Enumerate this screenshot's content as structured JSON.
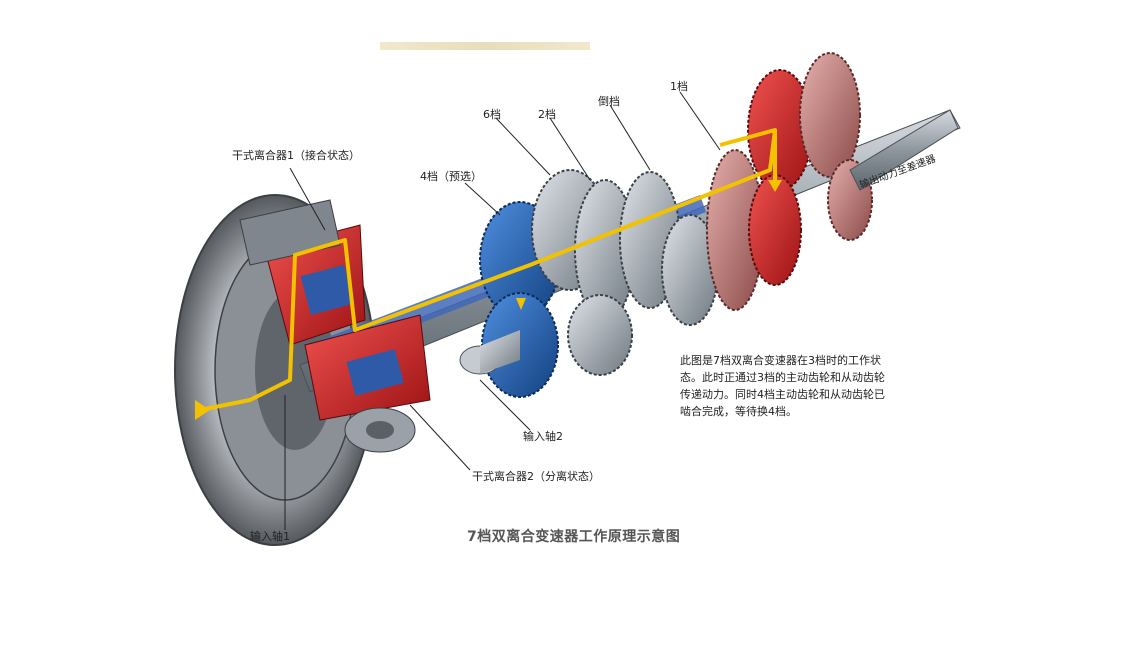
{
  "labels": {
    "clutch1": "干式离合器1（接合状态）",
    "gear4_preselect": "4档（预选）",
    "gear6": "6档",
    "gear2": "2档",
    "reverse": "倒档",
    "gear1": "1档",
    "output": "输出动力至差速器",
    "input_shaft2": "输入轴2",
    "clutch2": "干式离合器2（分离状态）",
    "input_shaft1": "输入轴1"
  },
  "note_lines": [
    "此图是7档双离合变速器在3档时的工作状",
    "态。此时正通过3档的主动齿轮和从动齿轮",
    "传递动力。同时4档主动齿轮和从动齿轮已",
    "啮合完成，等待换4档。"
  ],
  "caption": "7档双离合变速器工作原理示意图",
  "colors": {
    "power_flow": "#f2c200",
    "clutch_red": "#c8201e",
    "gear_blue": "#1f5fb3",
    "gear_red": "#d9262a",
    "steel": "#9aa3ad"
  }
}
